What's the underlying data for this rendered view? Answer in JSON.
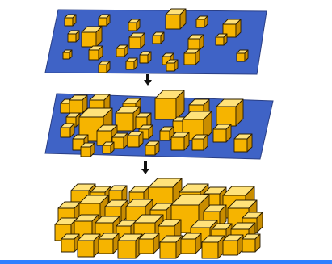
{
  "figure": {
    "stages": [
      {
        "name": "stage-1-sparse-islands"
      },
      {
        "name": "stage-2-growing-islands"
      },
      {
        "name": "stage-3-coalesced-film"
      }
    ],
    "arrows": [
      {
        "name": "arrow-down-icon"
      },
      {
        "name": "arrow-down-icon"
      }
    ]
  },
  "colors": {
    "substrate": "#3f63c6",
    "substrate_edge": "#2a3f85",
    "cube_front": "#f6b400",
    "cube_top": "#ffe27a",
    "cube_side": "#c98d00",
    "cube_outline": "#2a1c00",
    "arrow": "#111111",
    "bottom_bar": "#2f80ff"
  }
}
